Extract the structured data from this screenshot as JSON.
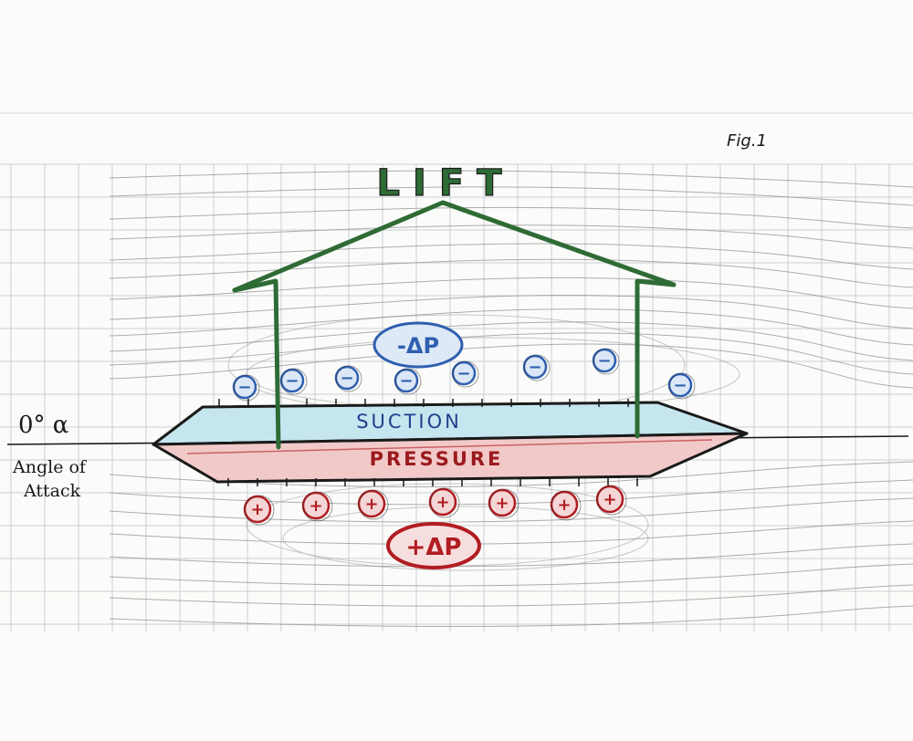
{
  "figure": {
    "label": "Fig.1",
    "title": "LIFT",
    "suction_label": "SUCTION",
    "pressure_label": "PRESSURE",
    "negative_dp_label": "-ΔP",
    "positive_dp_label": "+ΔP",
    "negative_sign": "−",
    "positive_sign": "+",
    "angle_label": "0° α",
    "angle_caption_line1": "Angle of",
    "angle_caption_line2": "Attack"
  },
  "colors": {
    "paper": "#fbfbf9",
    "grid": "#c9cfd6",
    "streamline": "#8c8c8c",
    "lift_arrow": "#2e6b35",
    "suction_fill": "#c6e6ef",
    "pressure_fill": "#f2c9c9",
    "negative": "#2f5fb0",
    "positive": "#b11d22",
    "ink": "#1a1a1a"
  }
}
